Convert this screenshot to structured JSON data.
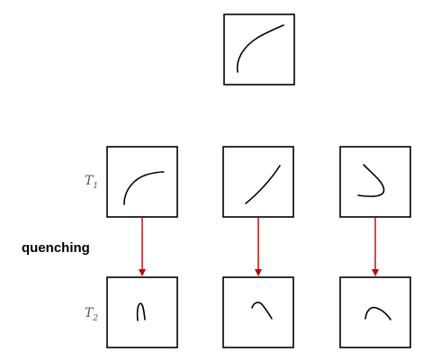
{
  "labels": {
    "row1": {
      "main": "T",
      "sub": "1"
    },
    "row2": {
      "main": "T",
      "sub": "2"
    },
    "process": "quenching"
  },
  "colors": {
    "arrow": "#c00000",
    "stroke": "#000000",
    "label_gray": "#555555"
  }
}
